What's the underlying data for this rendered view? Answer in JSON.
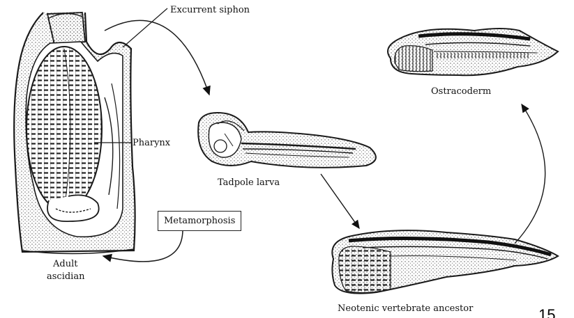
{
  "labels": {
    "excurrent_siphon": "Excurrent siphon",
    "pharynx": "Pharynx",
    "tadpole_larva": "Tadpole larva",
    "metamorphosis": "Metamorphosis",
    "adult_line1": "Adult",
    "adult_line2": "ascidian",
    "ostracoderm": "Ostracoderm",
    "neotenic": "Neotenic vertebrate ancestor"
  },
  "page_number": "15",
  "colors": {
    "ink": "#1a1a1a",
    "stipple": "#8a8a8a"
  }
}
